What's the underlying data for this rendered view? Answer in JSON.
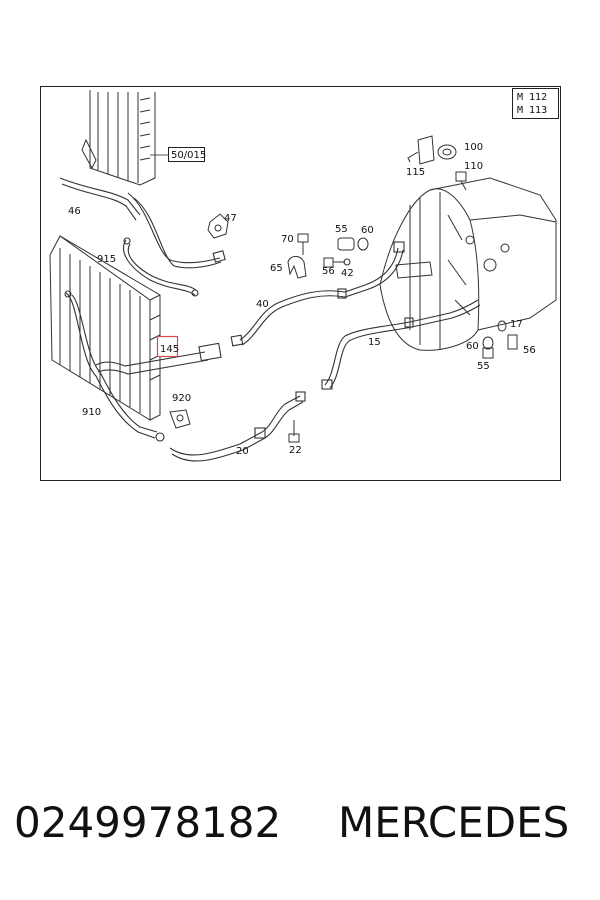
{
  "diagram": {
    "model_codes": [
      "M 112",
      "M 113"
    ],
    "reference_label": "50/015",
    "highlighted_callout": "145",
    "callouts": {
      "c46": "46",
      "c47": "47",
      "c915": "915",
      "c70": "70",
      "c55a": "55",
      "c60a": "60",
      "c65": "65",
      "c56a": "56",
      "c42": "42",
      "c40": "40",
      "c115": "115",
      "c100": "100",
      "c110": "110",
      "c17": "17",
      "c60b": "60",
      "c56b": "56",
      "c55b": "55",
      "c15": "15",
      "c920": "920",
      "c910": "910",
      "c20": "20",
      "c22": "22"
    }
  },
  "footer": {
    "part_number": "0249978182",
    "brand": "MERCEDES"
  }
}
